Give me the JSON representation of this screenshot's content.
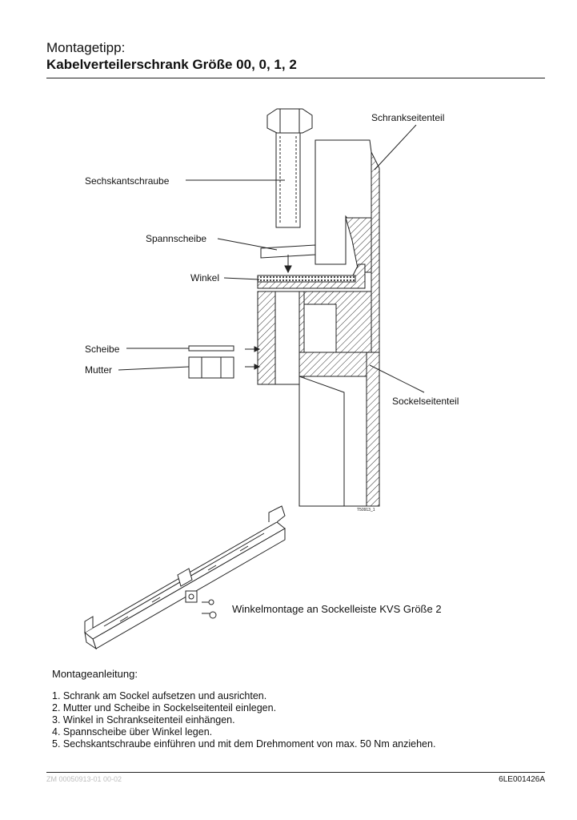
{
  "header": {
    "pretitle": "Montagetipp:",
    "title": "Kabelverteilerschrank Größe 00, 0, 1, 2"
  },
  "figure1": {
    "labels": {
      "cabinet_side": "Schrankseitenteil",
      "hex_bolt": "Sechskantschraube",
      "tension_washer": "Spannscheibe",
      "bracket": "Winkel",
      "washer": "Scheibe",
      "nut": "Mutter",
      "plinth_side": "Sockelseitenteil"
    },
    "drawing_no": "T50913_1"
  },
  "figure2": {
    "caption": "Winkelmontage an Sockelleiste KVS Größe 2"
  },
  "instructions": {
    "heading": "Montageanleitung:",
    "steps": [
      "1. Schrank am Sockel aufsetzen und ausrichten.",
      "2. Mutter und Scheibe in Sockelseitenteil einlegen.",
      "3. Winkel in Schrankseitenteil einhängen.",
      "4. Spannscheibe über Winkel legen.",
      "5. Sechskantschraube einführen und mit dem Drehmoment von max. 50 Nm anziehen."
    ]
  },
  "footer": {
    "left": "ZM 00050913-01 00-02",
    "right": "6LE001426A"
  }
}
